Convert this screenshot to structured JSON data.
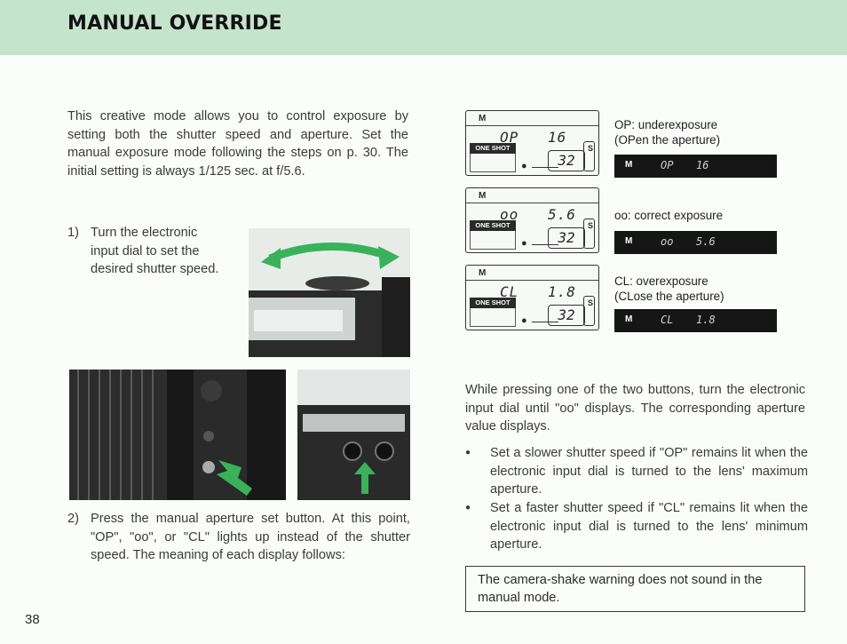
{
  "header": {
    "title": "MANUAL OVERRIDE"
  },
  "intro": "This creative mode allows you to control exposure by setting both the shutter speed and aperture. Set the manual exposure mode following the steps on p. 30. The initial setting is always 1/125 sec. at f/5.6.",
  "step1": {
    "num": "1)",
    "text": "Turn the electronic input dial to set the desired shutter speed."
  },
  "step2": {
    "num": "2)",
    "text": "Press the manual aperture set button. At this point, \"OP\", \"oo\", or \"CL\" lights up instead of the shutter speed. The meaning of each display follows:"
  },
  "lcd_common": {
    "mode": "M",
    "one_shot": "ONE SHOT",
    "s": "S",
    "count": "32"
  },
  "displays": [
    {
      "lcd_left": "OP",
      "lcd_right": "16",
      "label_line1": "OP: underexposure",
      "label_line2": "(OPen the aperture)",
      "strip_left": "OP",
      "strip_right": "16"
    },
    {
      "lcd_left": "oo",
      "lcd_right": "5.6",
      "label_line1": "oo: correct exposure",
      "label_line2": "",
      "strip_left": "oo",
      "strip_right": "5.6"
    },
    {
      "lcd_left": "CL",
      "lcd_right": "1.8",
      "label_line1": "CL: overexposure",
      "label_line2": "(CLose the aperture)",
      "strip_left": "CL",
      "strip_right": "1.8"
    }
  ],
  "while_text": "While pressing one of the two buttons, turn the electronic input dial until \"oo\" displays. The corresponding aperture value displays.",
  "bullets": [
    {
      "mark": "●",
      "text": "Set a slower shutter speed if \"OP\" remains lit when the electronic input dial is turned to the lens' maximum aperture."
    },
    {
      "mark": "●",
      "text": "Set a faster shutter speed if \"CL\" remains lit when the electronic input dial is turned to the lens' minimum aperture."
    }
  ],
  "warning": "The camera-shake warning does not sound in the manual mode.",
  "page_number": "38",
  "colors": {
    "header_bg": "#c5e4cc",
    "arrow_green": "#39b25a",
    "strip_bg": "#161616"
  }
}
